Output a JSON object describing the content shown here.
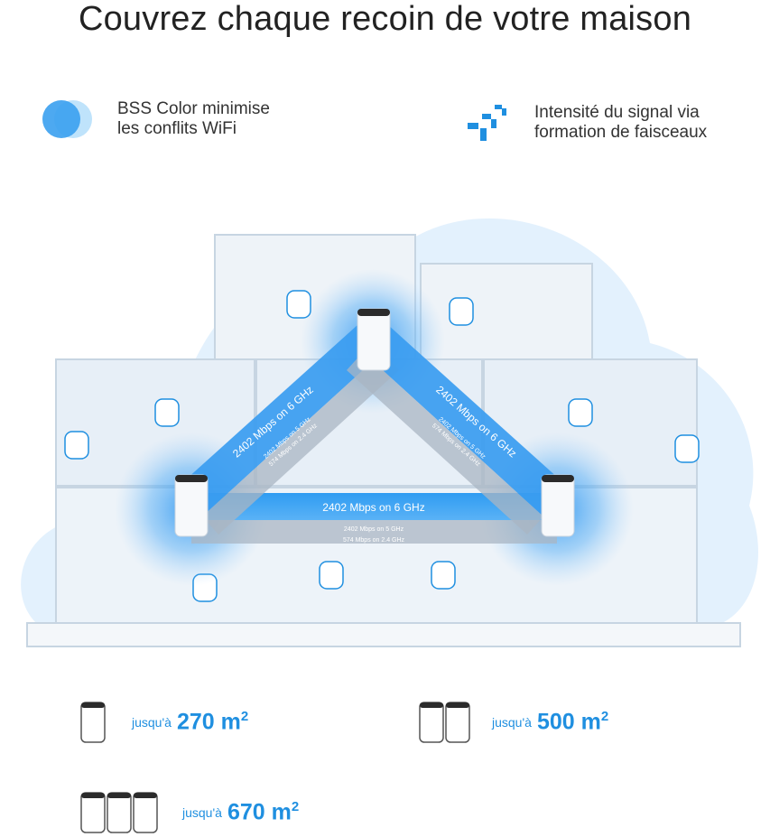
{
  "header": {
    "title": "Couvrez chaque recoin de votre maison"
  },
  "features": [
    {
      "icon": "bss-color-icon",
      "line1": "BSS Color minimise",
      "line2": "les conflits WiFi"
    },
    {
      "icon": "signal-beamforming-icon",
      "line1": "Intensité du signal via",
      "line2": "formation de faisceaux"
    }
  ],
  "links": {
    "left": {
      "main": "2402 Mbps on 6 GHz",
      "sub1": "2402 Mbps on 5 GHz",
      "sub2": "574 Mbps on 2.4 GHz"
    },
    "right": {
      "main": "2402 Mbps on 6 GHz",
      "sub1": "2402 Mbps on 5 GHz",
      "sub2": "574 Mbps on 2.4 GHz"
    },
    "bottom": {
      "main": "2402 Mbps on 6 GHz",
      "sub1": "2402 Mbps on 5 GHz",
      "sub2": "574 Mbps on 2.4 GHz"
    }
  },
  "coverage": [
    {
      "units": 1,
      "prefix": "jusqu'à",
      "value": "270 m",
      "exp": "2"
    },
    {
      "units": 2,
      "prefix": "jusqu'à",
      "value": "500 m",
      "exp": "2"
    },
    {
      "units": 3,
      "prefix": "jusqu'à",
      "value": "670 m",
      "exp": "2"
    }
  ],
  "colors": {
    "accent": "#1f8fe0",
    "signal": "#3aa0f0",
    "bg": "#ffffff"
  }
}
